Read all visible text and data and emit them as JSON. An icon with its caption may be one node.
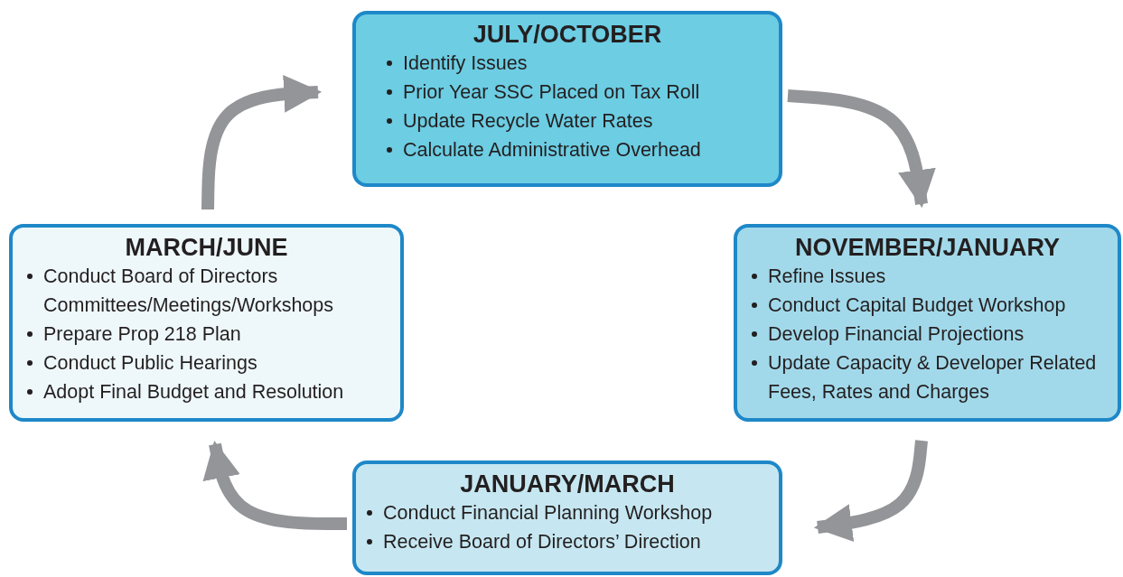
{
  "diagram": {
    "nodes": [
      {
        "text": [
          "JULY/OCTOBER",
          "Identify Issues",
          "Prior Year SSC Placed on Tax Roll",
          "Update Recycle Water Rates",
          "Calculate Administrative Overhead"
        ]
      },
      {
        "text": [
          "NOVEMBER/JANUARY",
          "Refine Issues",
          "Conduct Capital Budget Workshop",
          "Develop Financial Projections",
          "Update Capacity & Developer Related Fees, Rates and Charges"
        ]
      },
      {
        "text": [
          "JANUARY/MARCH",
          "Conduct Financial Planning Workshop",
          "Receive Board of Directors’ Direction"
        ]
      },
      {
        "text": [
          "MARCH/JUNE",
          "Conduct Board of Directors Committees/Meetings/Workshops",
          "Prepare Prop 218 Plan",
          "Conduct Public Hearings",
          "Adopt Final Budget and Resolution"
        ]
      }
    ],
    "edges": [
      {
        "from": 0,
        "to": 1,
        "arrow": "to"
      },
      {
        "from": 1,
        "to": 2,
        "arrow": "to"
      },
      {
        "from": 2,
        "to": 3,
        "arrow": "to"
      },
      {
        "from": 3,
        "to": 0,
        "arrow": "to"
      }
    ]
  }
}
